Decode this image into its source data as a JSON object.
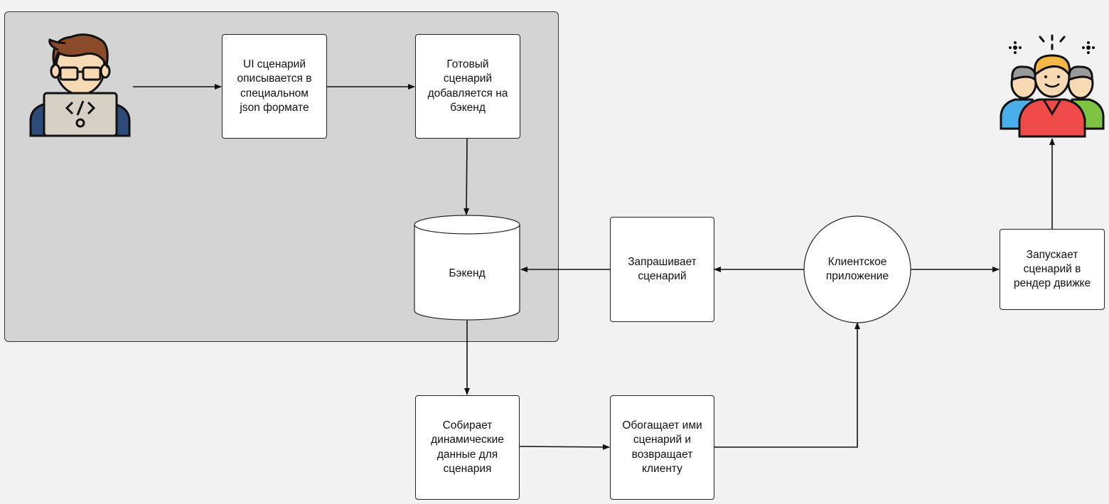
{
  "diagram": {
    "nodes": {
      "ui_scenario": "UI сценарий\nописывается в\nспециальном\njson формате",
      "ready_scenario": "Готовый\nсценарий\nдобавляется на\nбэкенд",
      "backend": "Бэкенд",
      "requests_scenario": "Запрашивает\nсценарий",
      "client_app": "Клиентское\nприложение",
      "runs_scenario": "Запускает\nсценарий в\nрендер движке",
      "collects_data": "Собирает\nдинамические\nданные для\nсценария",
      "enriches_scenario": "Обогащает ими\nсценарий и\nвозвращает\nклиенту"
    },
    "icons": {
      "developer": "developer-icon",
      "users": "users-group-icon"
    },
    "colors": {
      "background": "#f2f2f2",
      "region": "#d4d4d4",
      "box": "#ffffff",
      "stroke": "#222222"
    }
  }
}
